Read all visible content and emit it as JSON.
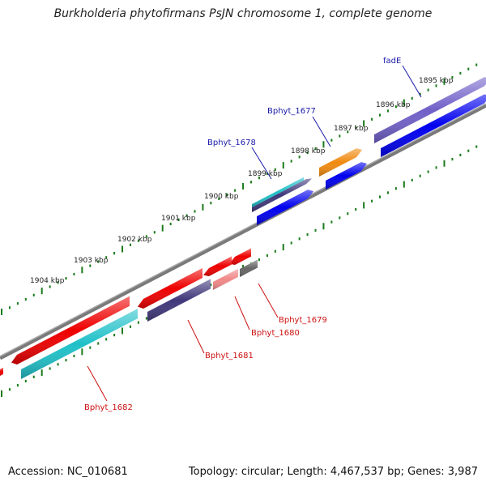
{
  "title": "Burkholderia phytofirmans PsJN chromosome 1, complete genome",
  "footer": {
    "accession": "Accession: NC_010681",
    "summary": "Topology: circular; Length: 4,467,537 bp; Genes: 3,987"
  },
  "scale_ticks": [
    "1895 kbp",
    "1896 kbp",
    "1897 kbp",
    "1898 kbp",
    "1899 kbp",
    "1900 kbp",
    "1901 kbp",
    "1902 kbp",
    "1903 kbp",
    "1904 kbp"
  ],
  "gene_labels": [
    {
      "text": "fadE",
      "strand": "forward",
      "color": "#1a1aaa"
    },
    {
      "text": "Bphyt_1677",
      "strand": "forward",
      "color": "#1a1aaa"
    },
    {
      "text": "Bphyt_1678",
      "strand": "forward",
      "color": "#1a1aaa"
    },
    {
      "text": "Bphyt_1679",
      "strand": "reverse",
      "color": "#cc1111"
    },
    {
      "text": "Bphyt_1680",
      "strand": "reverse",
      "color": "#cc1111"
    },
    {
      "text": "Bphyt_1681",
      "strand": "reverse",
      "color": "#cc1111"
    },
    {
      "text": "Bphyt_1682",
      "strand": "reverse",
      "color": "#cc1111"
    }
  ],
  "colors": {
    "backbone": "#7a7a7a",
    "tick": "#1a7a1a",
    "forward_cds": "#0000ee",
    "reverse_cds": "#ee0000",
    "cyan_feature": "#20c0c8",
    "purple_feature": "#7060c8",
    "navy_feature": "#40387a",
    "orange_feature": "#f08a10",
    "pink_feature": "#f08888",
    "gray_feature": "#666666",
    "forward_label": "#1a1aaa",
    "reverse_label": "#cc1111"
  }
}
